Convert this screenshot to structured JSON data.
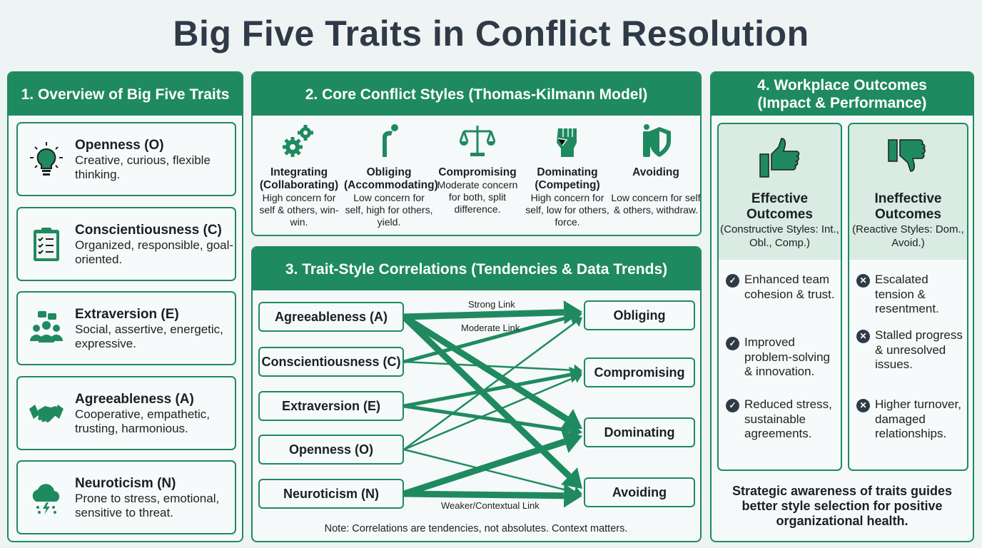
{
  "title": "Big Five Traits in Conflict Resolution",
  "colors": {
    "accent": "#1f8a5f",
    "title": "#2f3a48",
    "background": "#eef3f3"
  },
  "panel1": {
    "header": "1. Overview of Big Five Traits",
    "traits": [
      {
        "name": "Openness (O)",
        "desc": "Creative, curious, flexible thinking.",
        "icon": "lightbulb-icon"
      },
      {
        "name": "Conscientiousness (C)",
        "desc": "Organized, responsible, goal-oriented.",
        "icon": "clipboard-checklist-icon"
      },
      {
        "name": "Extraversion (E)",
        "desc": "Social, assertive, energetic, expressive.",
        "icon": "people-chat-icon"
      },
      {
        "name": "Agreeableness (A)",
        "desc": "Cooperative, empathetic, trusting, harmonious.",
        "icon": "handshake-icon"
      },
      {
        "name": "Neuroticism (N)",
        "desc": "Prone to stress, emotional, sensitive to threat.",
        "icon": "storm-cloud-icon"
      }
    ]
  },
  "panel2": {
    "header": "2. Core Conflict Styles (Thomas-Kilmann Model)",
    "styles": [
      {
        "name": "Integrating (Collaborating)",
        "desc": "High concern for self & others, win-win.",
        "icon": "gears-icon"
      },
      {
        "name": "Obliging (Accommodating)",
        "desc": "Low concern for self, high for others, yield.",
        "icon": "bowing-person-icon"
      },
      {
        "name": "Compromising",
        "desc": "Moderate concern for both, split difference.",
        "icon": "scales-icon"
      },
      {
        "name": "Dominating (Competing)",
        "desc": "High concern for self, low for others, force.",
        "icon": "fist-icon"
      },
      {
        "name": "Avoiding",
        "desc": "Low concern for self & others, withdraw.",
        "icon": "person-shield-icon"
      }
    ]
  },
  "panel3": {
    "header": "3. Trait-Style Correlations (Tendencies & Data Trends)",
    "traits": [
      "Agreeableness (A)",
      "Conscientiousness (C)",
      "Extraversion (E)",
      "Openness (O)",
      "Neuroticism (N)"
    ],
    "styles": [
      "Obliging",
      "Compromising",
      "Dominating",
      "Avoiding"
    ],
    "labels": {
      "strong": "Strong Link",
      "moderate": "Moderate Link",
      "weak": "Weaker/Contextual Link"
    },
    "links": [
      {
        "from": 0,
        "to": 0,
        "strength": "strong"
      },
      {
        "from": 0,
        "to": 2,
        "strength": "strong"
      },
      {
        "from": 0,
        "to": 3,
        "strength": "strong"
      },
      {
        "from": 1,
        "to": 0,
        "strength": "moderate"
      },
      {
        "from": 1,
        "to": 1,
        "strength": "weak"
      },
      {
        "from": 2,
        "to": 1,
        "strength": "moderate"
      },
      {
        "from": 2,
        "to": 2,
        "strength": "moderate"
      },
      {
        "from": 3,
        "to": 0,
        "strength": "weak"
      },
      {
        "from": 3,
        "to": 1,
        "strength": "weak"
      },
      {
        "from": 3,
        "to": 3,
        "strength": "weak"
      },
      {
        "from": 4,
        "to": 2,
        "strength": "strong"
      },
      {
        "from": 4,
        "to": 3,
        "strength": "strong"
      }
    ],
    "note": "Note: Correlations are tendencies, not absolutes. Context matters."
  },
  "panel4": {
    "header_line1": "4. Workplace Outcomes",
    "header_line2": "(Impact & Performance)",
    "effective": {
      "title": "Effective Outcomes",
      "subtitle": "(Constructive Styles: Int., Obl., Comp.)",
      "icon": "thumbs-up-icon",
      "items": [
        "Enhanced team cohesion & trust.",
        "Improved problem-solving & innovation.",
        "Reduced stress, sustainable agreements."
      ]
    },
    "ineffective": {
      "title": "Ineffective Outcomes",
      "subtitle": "(Reactive Styles: Dom., Avoid.)",
      "icon": "thumbs-down-icon",
      "items": [
        "Escalated tension & resentment.",
        "Stalled progress & unresolved issues.",
        "Higher turnover, damaged relationships."
      ]
    },
    "footer": "Strategic awareness of traits guides better style selection for positive organizational health."
  }
}
